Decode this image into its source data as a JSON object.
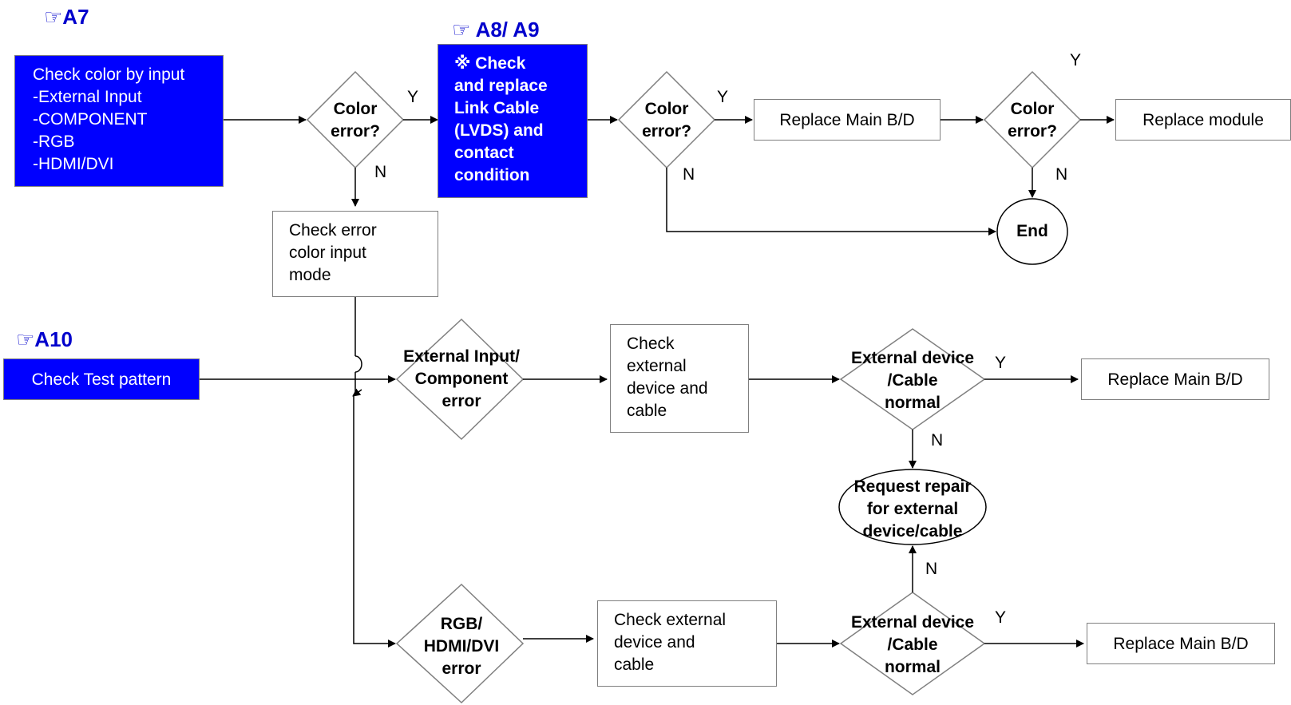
{
  "refs": {
    "a7": "☞A7",
    "a8a9": "☞ A8/ A9",
    "a10": "☞A10"
  },
  "nodes": {
    "check_color_by_input": [
      "Check color by input",
      "-External Input",
      "-COMPONENT",
      "-RGB",
      "-HDMI/DVI"
    ],
    "color_error_1": [
      "Color",
      "error?"
    ],
    "check_replace_link": [
      "※ Check",
      "and replace",
      "Link Cable",
      "(LVDS) and",
      "contact",
      "condition"
    ],
    "color_error_2": [
      "Color",
      "error?"
    ],
    "replace_main_1": "Replace Main B/D",
    "color_error_3": [
      "Color",
      "error?"
    ],
    "replace_module": "Replace module",
    "end": "End",
    "check_error_color_mode": [
      "Check error",
      "color input",
      "mode"
    ],
    "check_test_pattern": "Check Test pattern",
    "ext_input_component_error": [
      "External Input/",
      "Component",
      "error"
    ],
    "check_ext_device_cable_1": [
      "Check",
      "external",
      "device and",
      "cable"
    ],
    "ext_device_cable_normal_1": [
      "External device",
      "/Cable",
      "normal"
    ],
    "replace_main_2": "Replace Main B/D",
    "request_repair": [
      "Request repair",
      "for external",
      "device/cable"
    ],
    "rgb_hdmi_dvi_error": [
      "RGB/",
      "HDMI/DVI",
      "error"
    ],
    "check_ext_device_cable_2": [
      "Check external",
      "device and",
      "cable"
    ],
    "ext_device_cable_normal_2": [
      "External device",
      "/Cable",
      "normal"
    ],
    "replace_main_3": "Replace Main B/D"
  },
  "edge_labels": {
    "y1": "Y",
    "n1": "N",
    "y2": "Y",
    "n2": "N",
    "y3": "Y",
    "n3": "N",
    "y4": "Y",
    "n4": "N",
    "y5": "Y",
    "n5": "N"
  }
}
